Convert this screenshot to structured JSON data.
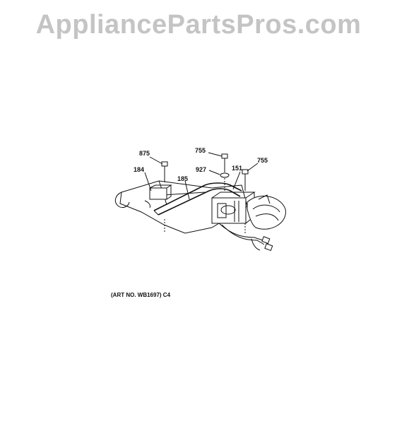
{
  "watermark": "AppliancePartsPros.com",
  "parts": {
    "p875": "875",
    "p184": "184",
    "p185": "185",
    "p755a": "755",
    "p927": "927",
    "p151": "151",
    "p755b": "755"
  },
  "caption": "(ART NO. WB1697) C4"
}
